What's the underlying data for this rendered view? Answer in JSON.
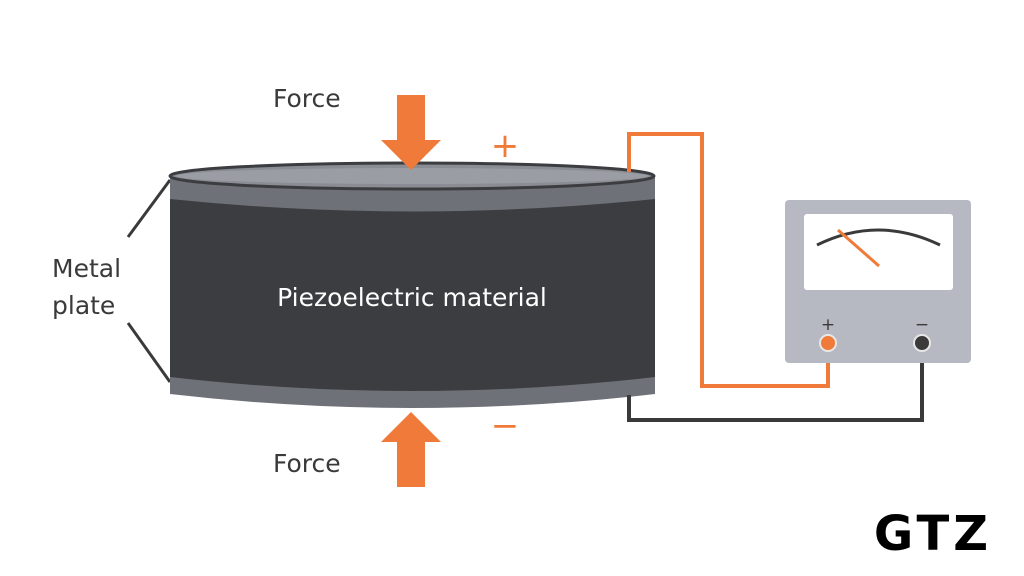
{
  "labels": {
    "force_top": "Force",
    "force_bottom": "Force",
    "metal_line1": "Metal",
    "metal_line2": "plate",
    "material": "Piezoelectric material",
    "plus": "+",
    "minus": "−",
    "meter_plus": "+",
    "meter_minus": "−"
  },
  "logo": "GTZ",
  "colors": {
    "orange": "#f07a3a",
    "dark": "#3c3d40",
    "plate": "#6e7178",
    "meter_body": "#b6b9c1",
    "wire_dark": "#3a3a3a"
  }
}
